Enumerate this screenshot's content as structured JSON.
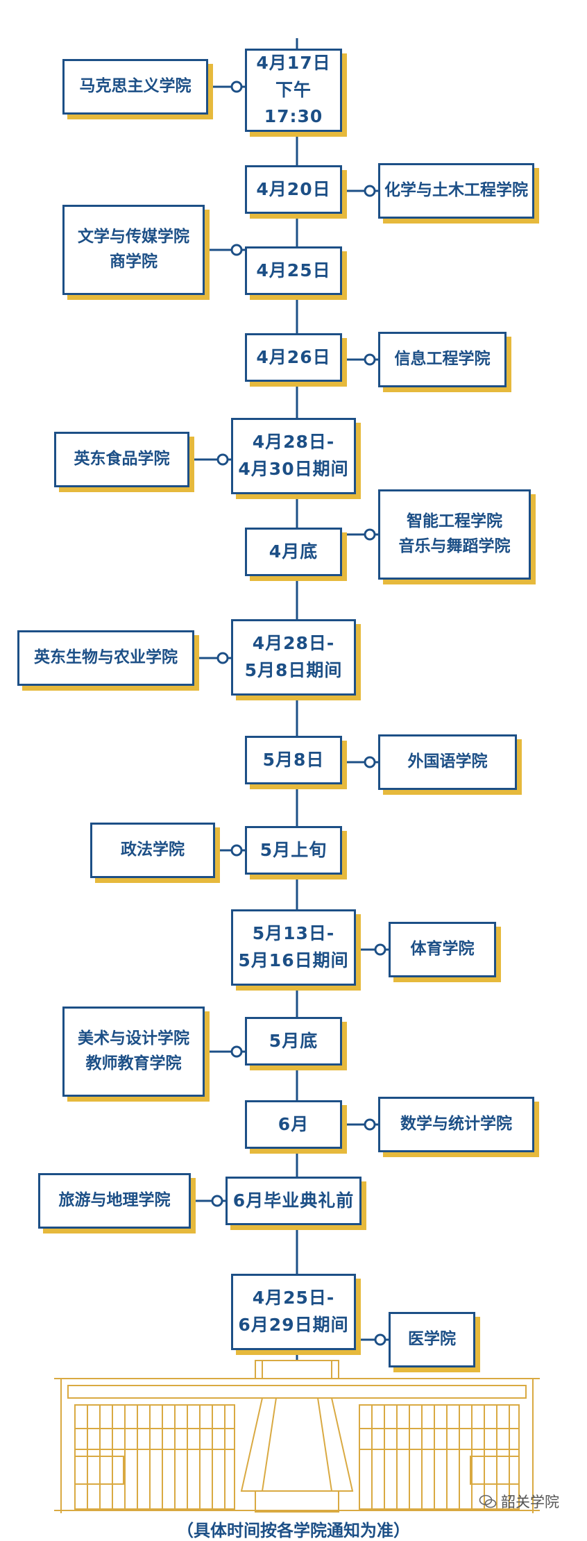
{
  "colors": {
    "primary": "#1c4f86",
    "accent": "#e6b93c",
    "background": "#ffffff"
  },
  "schedule": [
    {
      "date": "4月17日\n下午17:30",
      "colleges": "马克思主义学院",
      "side": "left"
    },
    {
      "date": "4月20日",
      "colleges": "化学与土木工程学院",
      "side": "right"
    },
    {
      "date": "4月25日",
      "colleges": "文学与传媒学院\n商学院",
      "side": "left"
    },
    {
      "date": "4月26日",
      "colleges": "信息工程学院",
      "side": "right"
    },
    {
      "date": "4月28日-\n4月30日期间",
      "colleges": "英东食品学院",
      "side": "left"
    },
    {
      "date": "4月底",
      "colleges": "智能工程学院\n音乐与舞蹈学院",
      "side": "right"
    },
    {
      "date": "4月28日-\n5月8日期间",
      "colleges": "英东生物与农业学院",
      "side": "left"
    },
    {
      "date": "5月8日",
      "colleges": "外国语学院",
      "side": "right"
    },
    {
      "date": "5月上旬",
      "colleges": "政法学院",
      "side": "left"
    },
    {
      "date": "5月13日-\n5月16日期间",
      "colleges": "体育学院",
      "side": "right"
    },
    {
      "date": "5月底",
      "colleges": "美术与设计学院\n教师教育学院",
      "side": "left"
    },
    {
      "date": "6月",
      "colleges": "数学与统计学院",
      "side": "right"
    },
    {
      "date": "6月毕业典礼前",
      "colleges": "旅游与地理学院",
      "side": "left"
    },
    {
      "date": "4月25日-\n6月29日期间",
      "colleges": "医学院",
      "side": "right"
    }
  ],
  "footer_note": "（具体时间按各学院通知为准）",
  "watermark": {
    "text": "韶关学院",
    "icon": "wechat-icon"
  },
  "building": {
    "icon": "campus-building-illustration"
  }
}
